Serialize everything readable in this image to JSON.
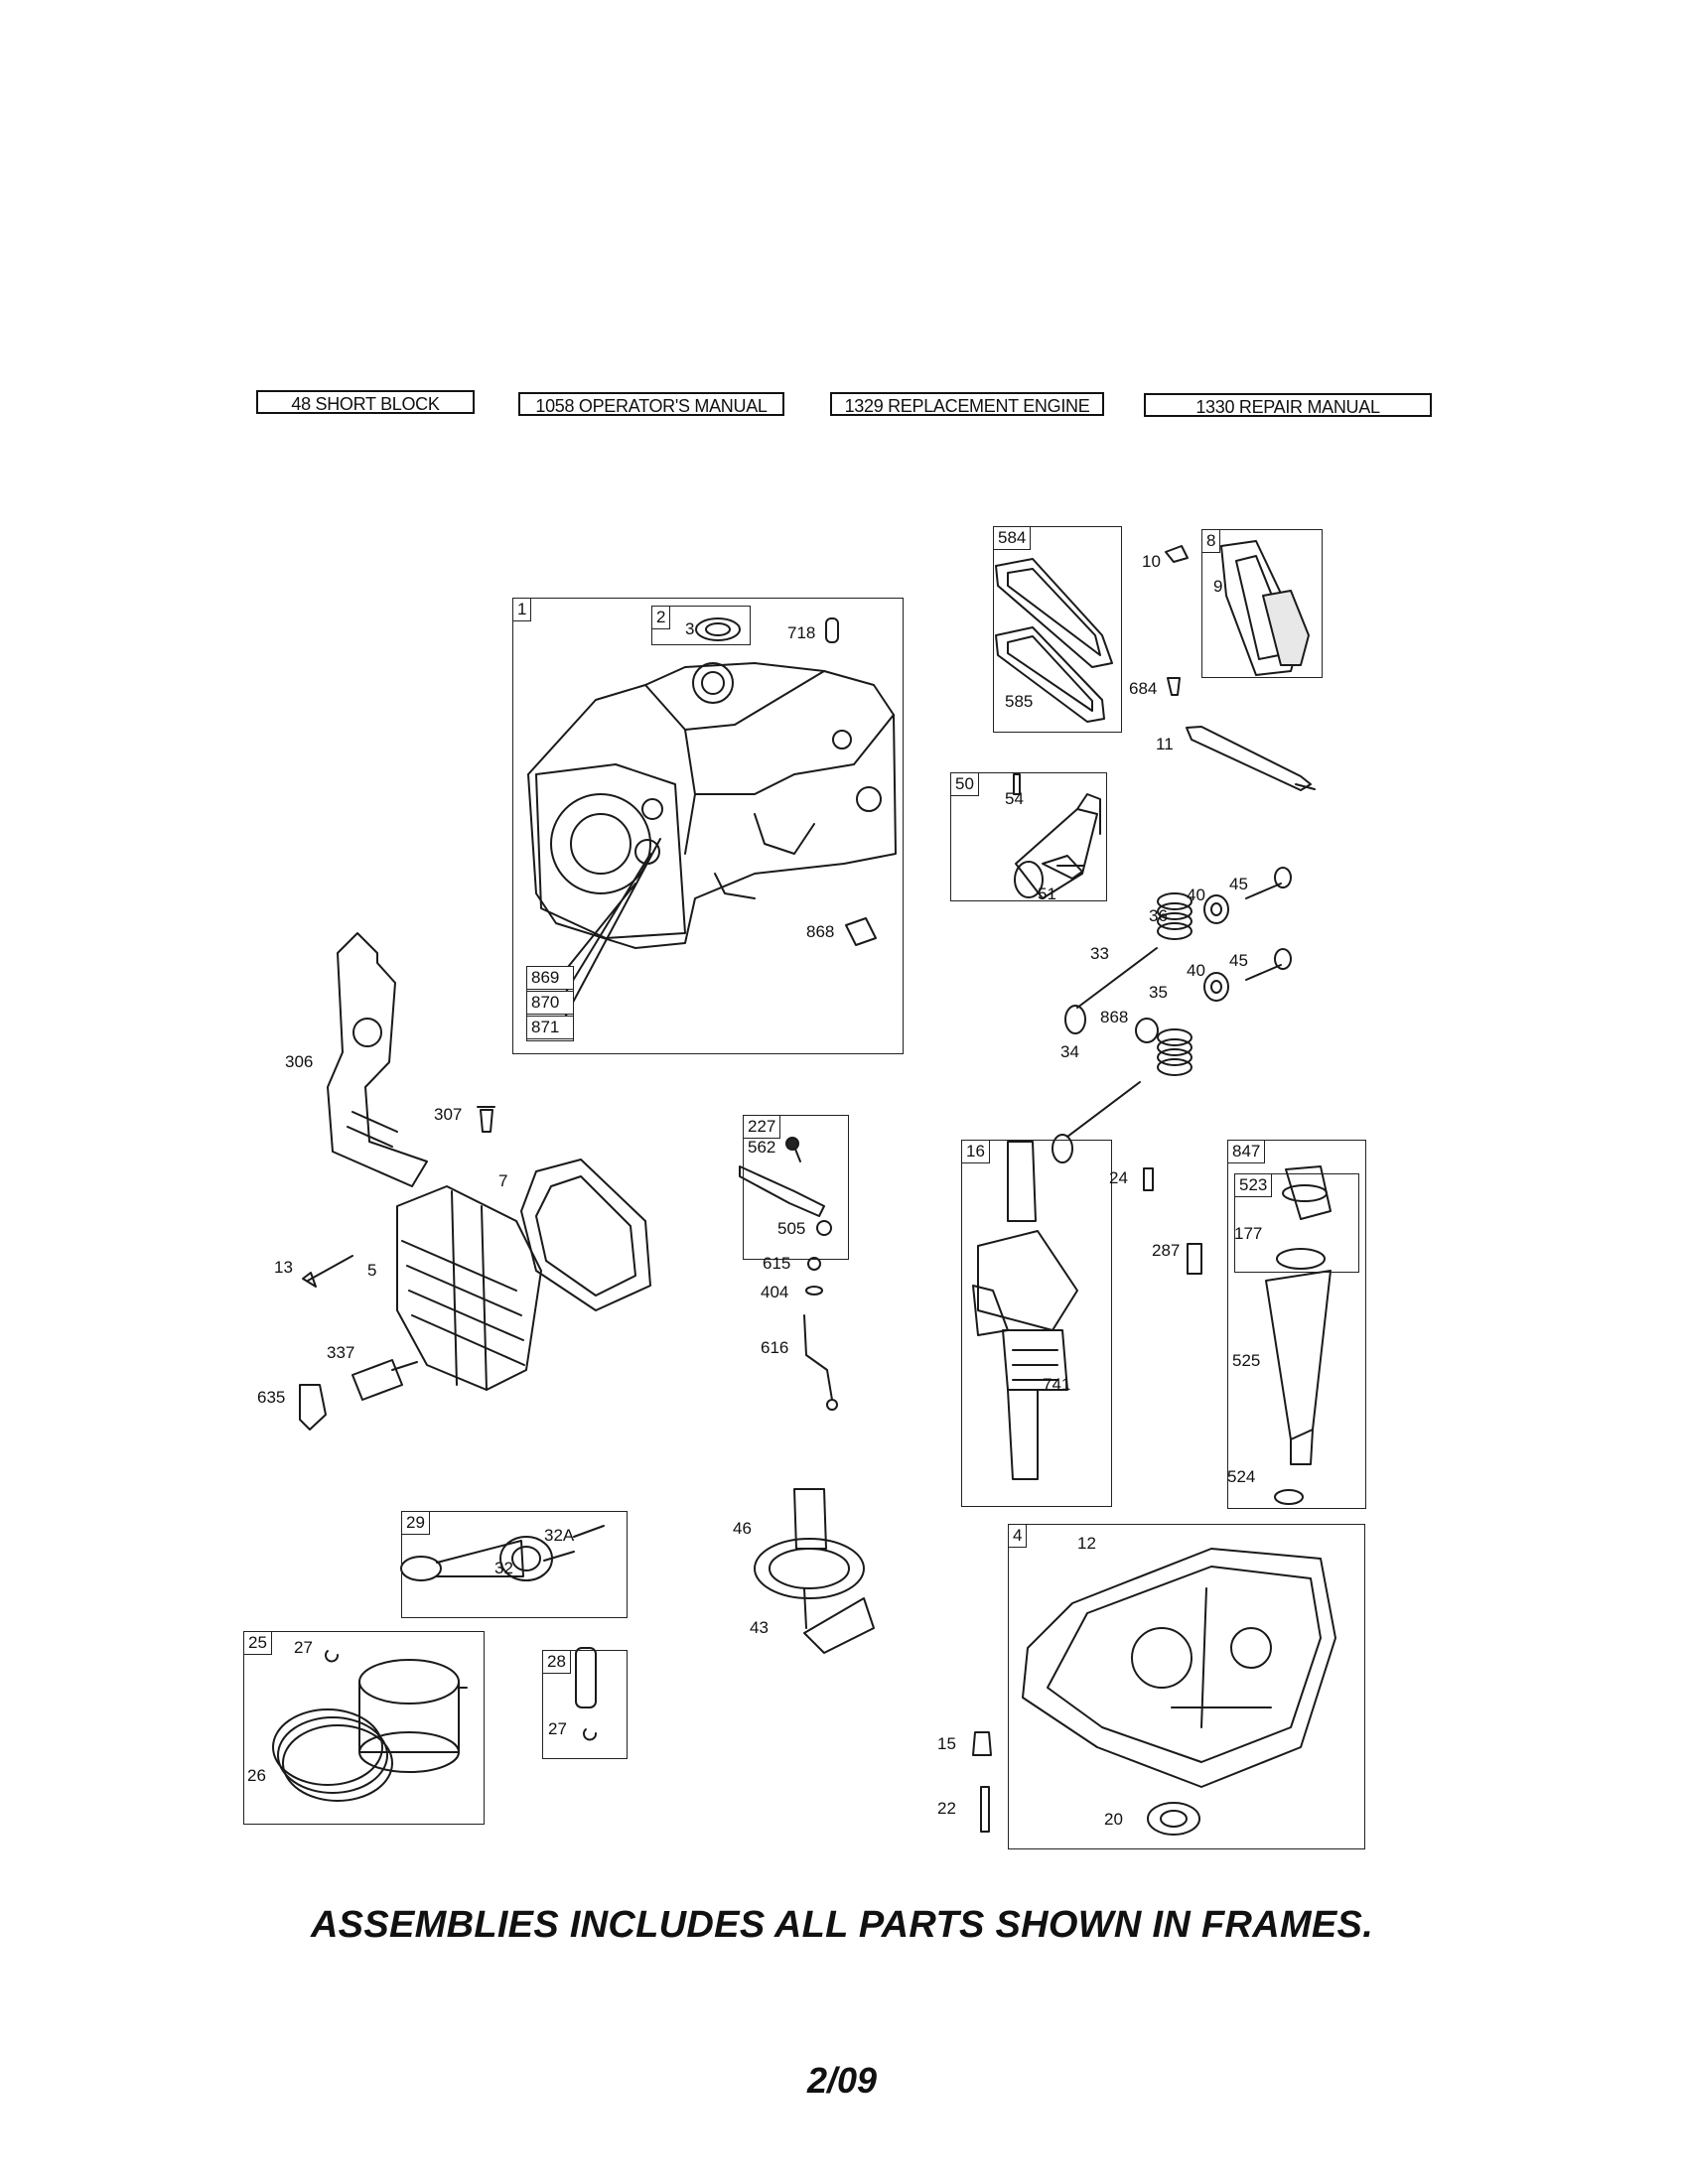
{
  "header_boxes": [
    "48 SHORT BLOCK",
    "1058 OPERATOR'S MANUAL",
    "1329 REPLACEMENT ENGINE",
    "1330 REPAIR MANUAL"
  ],
  "frames": {
    "f1": "1",
    "f2": "2",
    "f584": "584",
    "f8": "8",
    "f50": "50",
    "f869": "869",
    "f870": "870",
    "f871": "871",
    "f227": "227",
    "f16": "16",
    "f847": "847",
    "f523": "523",
    "f29": "29",
    "f25": "25",
    "f28": "28",
    "f4": "4"
  },
  "labels": {
    "l3": "3",
    "l718": "718",
    "l10": "10",
    "l9": "9",
    "l585": "585",
    "l684": "684",
    "l11": "11",
    "l54": "54",
    "l51": "51",
    "l868a": "868",
    "l40a": "40",
    "l45a": "45",
    "l36": "36",
    "l33": "33",
    "l40b": "40",
    "l45b": "45",
    "l35": "35",
    "l868b": "868",
    "l34": "34",
    "l306": "306",
    "l307": "307",
    "l7": "7",
    "l13": "13",
    "l5": "5",
    "l337": "337",
    "l635": "635",
    "l562": "562",
    "l505": "505",
    "l615": "615",
    "l404": "404",
    "l616": "616",
    "l24": "24",
    "l287": "287",
    "l177": "177",
    "l741": "741",
    "l525": "525",
    "l524": "524",
    "l32a": "32A",
    "l32": "32",
    "l46": "46",
    "l43": "43",
    "l12": "12",
    "l27a": "27",
    "l26": "26",
    "l27b": "27",
    "l15": "15",
    "l22": "22",
    "l20": "20"
  },
  "footer_note": "ASSEMBLIES INCLUDES ALL PARTS SHOWN IN FRAMES.",
  "page_number": "2/09"
}
